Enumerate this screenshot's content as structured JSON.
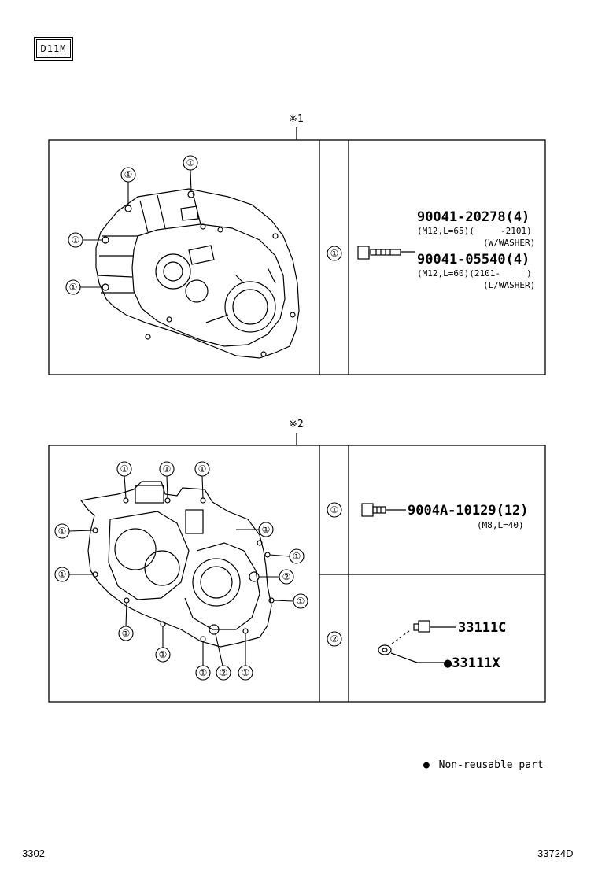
{
  "header": {
    "code_tag": "D11M"
  },
  "section1": {
    "mark": "※1",
    "callout_ref": "①",
    "row_ref": "①",
    "parts": [
      {
        "part_no": "90041-20278(4)",
        "spec_line1": "(M12,L=65)(     -2101)",
        "spec_line2": "(W/WASHER)"
      },
      {
        "part_no": "90041-05540(4)",
        "spec_line1": "(M12,L=60)(2101-     )",
        "spec_line2": "(L/WASHER)"
      }
    ]
  },
  "section2": {
    "mark": "※2",
    "callout_ref_1": "①",
    "callout_ref_2": "②",
    "rows": [
      {
        "ref": "①",
        "part_no": "9004A-10129(12)",
        "spec": "(M8,L=40)"
      },
      {
        "ref": "②",
        "parts": [
          {
            "part_no": "33111C"
          },
          {
            "part_no": "●33111X"
          }
        ]
      }
    ]
  },
  "legend": {
    "bullet": "●",
    "text": "Non-reusable part"
  },
  "footer": {
    "page_left": "3302",
    "page_right": "33724D"
  }
}
